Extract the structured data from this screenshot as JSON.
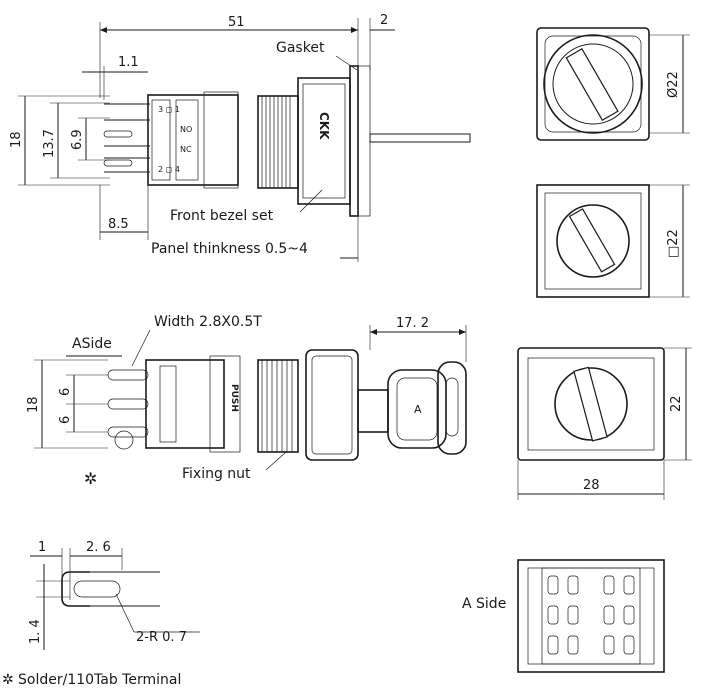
{
  "dims": {
    "overall_length": "51",
    "top_gap": "2",
    "pin_offset": "1.1",
    "height_18_top": "18",
    "h_13_7": "13.7",
    "h_6_9": "6.9",
    "d_8_5": "8.5",
    "dia_22": "Ø22",
    "sq_22": "□22",
    "key_17_2": "17. 2",
    "height_18_side": "18",
    "pitch_6_a": "6",
    "pitch_6_b": "6",
    "rect_22": "22",
    "rect_28": "28",
    "tab_1": "1",
    "tab_2_6": "2. 6",
    "tab_1_4": "1. 4",
    "tab_r": "2-R 0. 7"
  },
  "labels": {
    "gasket": "Gasket",
    "front_bezel": "Front bezel set",
    "panel_thickness": "Panel thinkness 0.5~4",
    "width_spec": "Width 2.8X0.5T",
    "aside_top": "ASide",
    "fixing_nut": "Fixing nut",
    "a_side_bottom": "A Side",
    "push": "PUSH",
    "key_letter": "A",
    "solder_note": "Solder/110Tab Terminal",
    "asterisk": "✲"
  },
  "colors": {
    "ink": "#1a1a1a",
    "paper": "#ffffff"
  }
}
